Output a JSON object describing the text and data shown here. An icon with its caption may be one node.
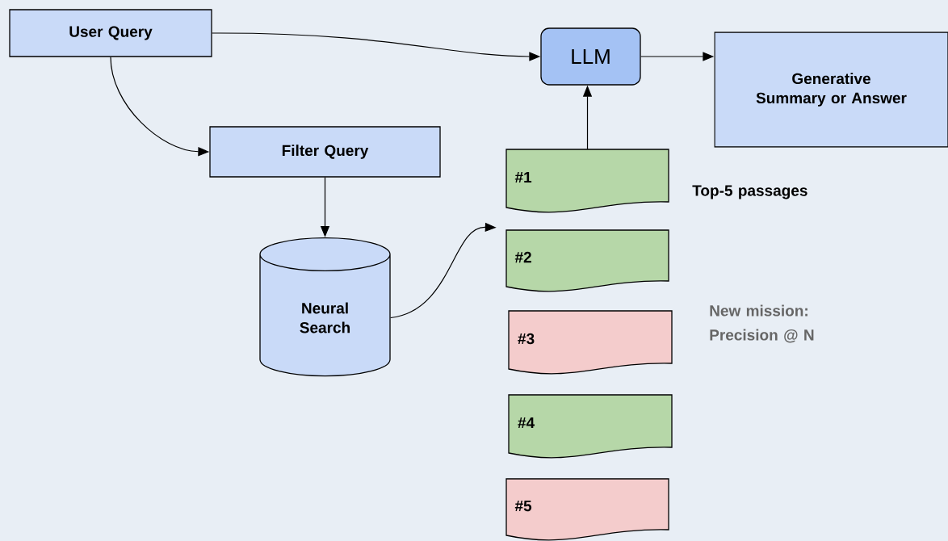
{
  "diagram": {
    "nodes": [
      {
        "text": [
          "User Query"
        ]
      },
      {
        "text": [
          "LLM"
        ]
      },
      {
        "text": [
          "Generative Summary or Answer"
        ]
      },
      {
        "text": [
          "Filter Query"
        ]
      },
      {
        "text": [
          "Neural Search"
        ]
      },
      {
        "text": [
          "#1"
        ]
      },
      {
        "text": [
          "#2"
        ]
      },
      {
        "text": [
          "#3"
        ]
      },
      {
        "text": [
          "#4"
        ]
      },
      {
        "text": [
          "#5"
        ]
      }
    ],
    "edges": [
      {
        "from": 0,
        "to": 1,
        "arrow": "to"
      },
      {
        "from": 0,
        "to": 3,
        "arrow": "to"
      },
      {
        "from": 1,
        "to": 2,
        "arrow": "to"
      },
      {
        "from": 3,
        "to": 4,
        "arrow": "to"
      },
      {
        "from": 4,
        "to": 6,
        "arrow": "to"
      },
      {
        "from": 5,
        "to": 1,
        "arrow": "to"
      }
    ],
    "labels": [
      "Top-5 passages",
      "New mission: Precision @ N"
    ]
  }
}
